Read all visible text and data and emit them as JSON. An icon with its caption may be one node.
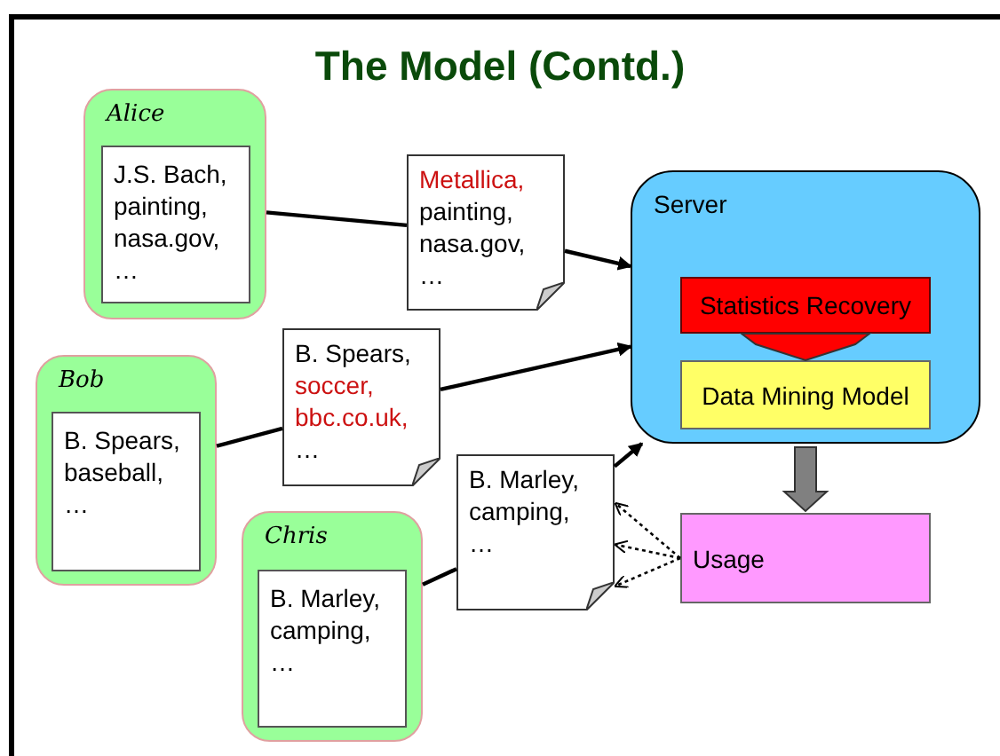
{
  "diagram": {
    "title": "The Model (Contd.)",
    "nodes": [
      {
        "text": [
          "Alice"
        ]
      },
      {
        "text": [
          "J.S. Bach,",
          "painting,",
          "nasa.gov,",
          "…"
        ],
        "in": 0
      },
      {
        "text": [
          "Bob"
        ]
      },
      {
        "text": [
          "B. Spears,",
          "baseball,",
          "…"
        ],
        "in": 2
      },
      {
        "text": [
          "Chris"
        ]
      },
      {
        "text": [
          "B. Marley,",
          "camping,",
          "…"
        ],
        "in": 4
      },
      {
        "text": [
          "Metallica,",
          "painting,",
          "nasa.gov,",
          "…"
        ]
      },
      {
        "text": [
          "B. Spears,",
          "soccer,",
          "bbc.co.uk,",
          "…"
        ]
      },
      {
        "text": [
          "B. Marley,",
          "camping,",
          "…"
        ]
      },
      {
        "text": [
          "Server"
        ]
      },
      {
        "text": [
          "Statistics Recovery"
        ],
        "in": 9
      },
      {
        "text": [
          "Data Mining Model"
        ],
        "in": 9
      },
      {
        "text": [
          "Usage"
        ]
      }
    ],
    "edges": [
      {
        "from": 0,
        "to": 6,
        "arrow": "none"
      },
      {
        "from": 6,
        "to": 9,
        "arrow": "to"
      },
      {
        "from": 2,
        "to": 7,
        "arrow": "none"
      },
      {
        "from": 7,
        "to": 9,
        "arrow": "to"
      },
      {
        "from": 4,
        "to": 8,
        "arrow": "none"
      },
      {
        "from": 8,
        "to": 9,
        "arrow": "to"
      },
      {
        "from": 10,
        "to": 11,
        "arrow": "to",
        "style": "thick",
        "color": "#ff0000"
      },
      {
        "from": 9,
        "to": 12,
        "arrow": "to",
        "style": "thick",
        "color": "#808080"
      },
      {
        "from": 12,
        "to": 8,
        "arrow": "to",
        "style": "dashed"
      },
      {
        "from": 12,
        "to": 8,
        "arrow": "to",
        "style": "dashed"
      },
      {
        "from": 12,
        "to": 8,
        "arrow": "to",
        "style": "dashed"
      }
    ]
  }
}
